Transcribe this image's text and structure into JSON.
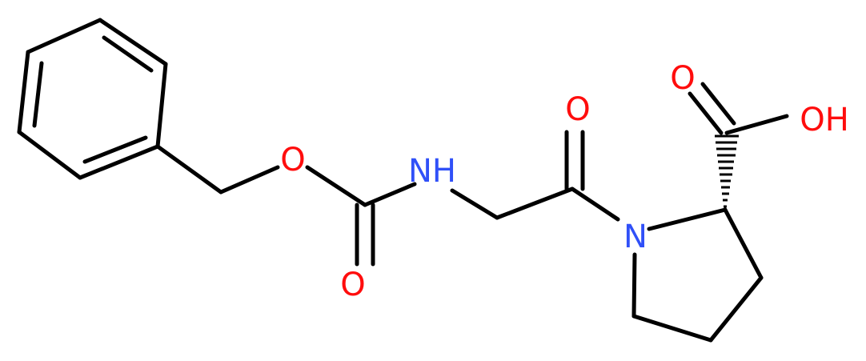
{
  "colors": {
    "oxygen": "#ff0d0d",
    "nitrogen": "#3050f8",
    "carbon": "#000000",
    "background": "#ffffff"
  },
  "atoms": {
    "o_ester": "O",
    "n_amide": "NH",
    "o_carbamate": "O",
    "o_ketone": "O",
    "n_ring": "N",
    "o_acid": "O",
    "oh_acid": "OH"
  }
}
